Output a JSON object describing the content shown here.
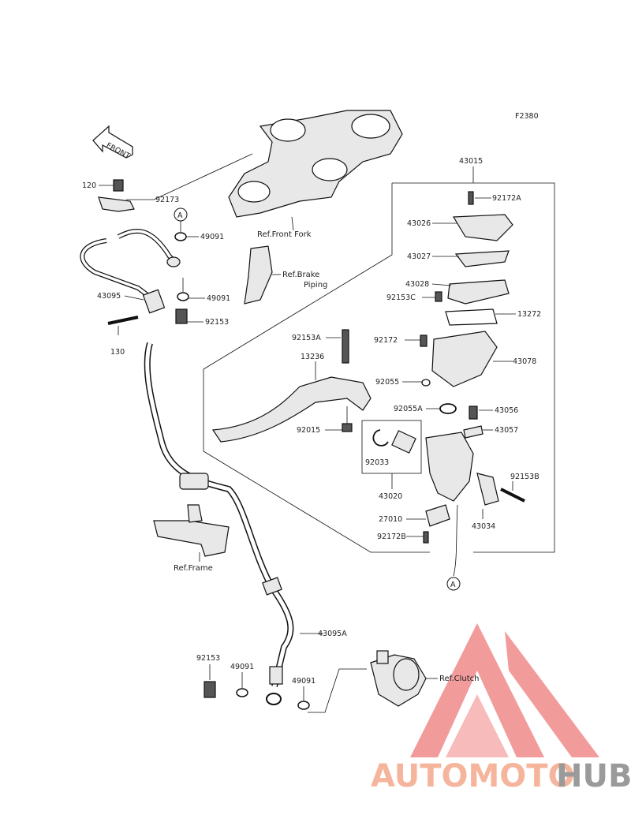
{
  "figure_code": "F2380",
  "front_arrow": "FRONT",
  "refs": {
    "front_fork": "Ref.Front Fork",
    "brake_piping_1": "Ref.Brake",
    "brake_piping_2": "Piping",
    "frame": "Ref.Frame",
    "clutch": "Ref.Clutch"
  },
  "callout": "A",
  "parts": {
    "p120": "120",
    "p92173": "92173",
    "p49091a": "49091",
    "p49091b": "49091",
    "p43095": "43095",
    "p92153a": "92153",
    "p130": "130",
    "p43015": "43015",
    "p92172A": "92172A",
    "p43026": "43026",
    "p43027": "43027",
    "p43028": "43028",
    "p92153C": "92153C",
    "p13272": "13272",
    "p92153A": "92153A",
    "p92172": "92172",
    "p13236": "13236",
    "p43078": "43078",
    "p92055": "92055",
    "p92055A": "92055A",
    "p43056": "43056",
    "p92015": "92015",
    "p43057": "43057",
    "p92033": "92033",
    "p92153B": "92153B",
    "p43020": "43020",
    "p43034": "43034",
    "p27010": "27010",
    "p92172B": "92172B",
    "p43095A": "43095A",
    "p92153b": "92153",
    "p49091c": "49091",
    "p49091d": "49091"
  },
  "watermark": {
    "part1": "AUTOMOTO",
    "part2": "HUB",
    "color1": "#f5b59c",
    "color2": "#9a9a9a",
    "logo_color": "#ef8a8a"
  }
}
